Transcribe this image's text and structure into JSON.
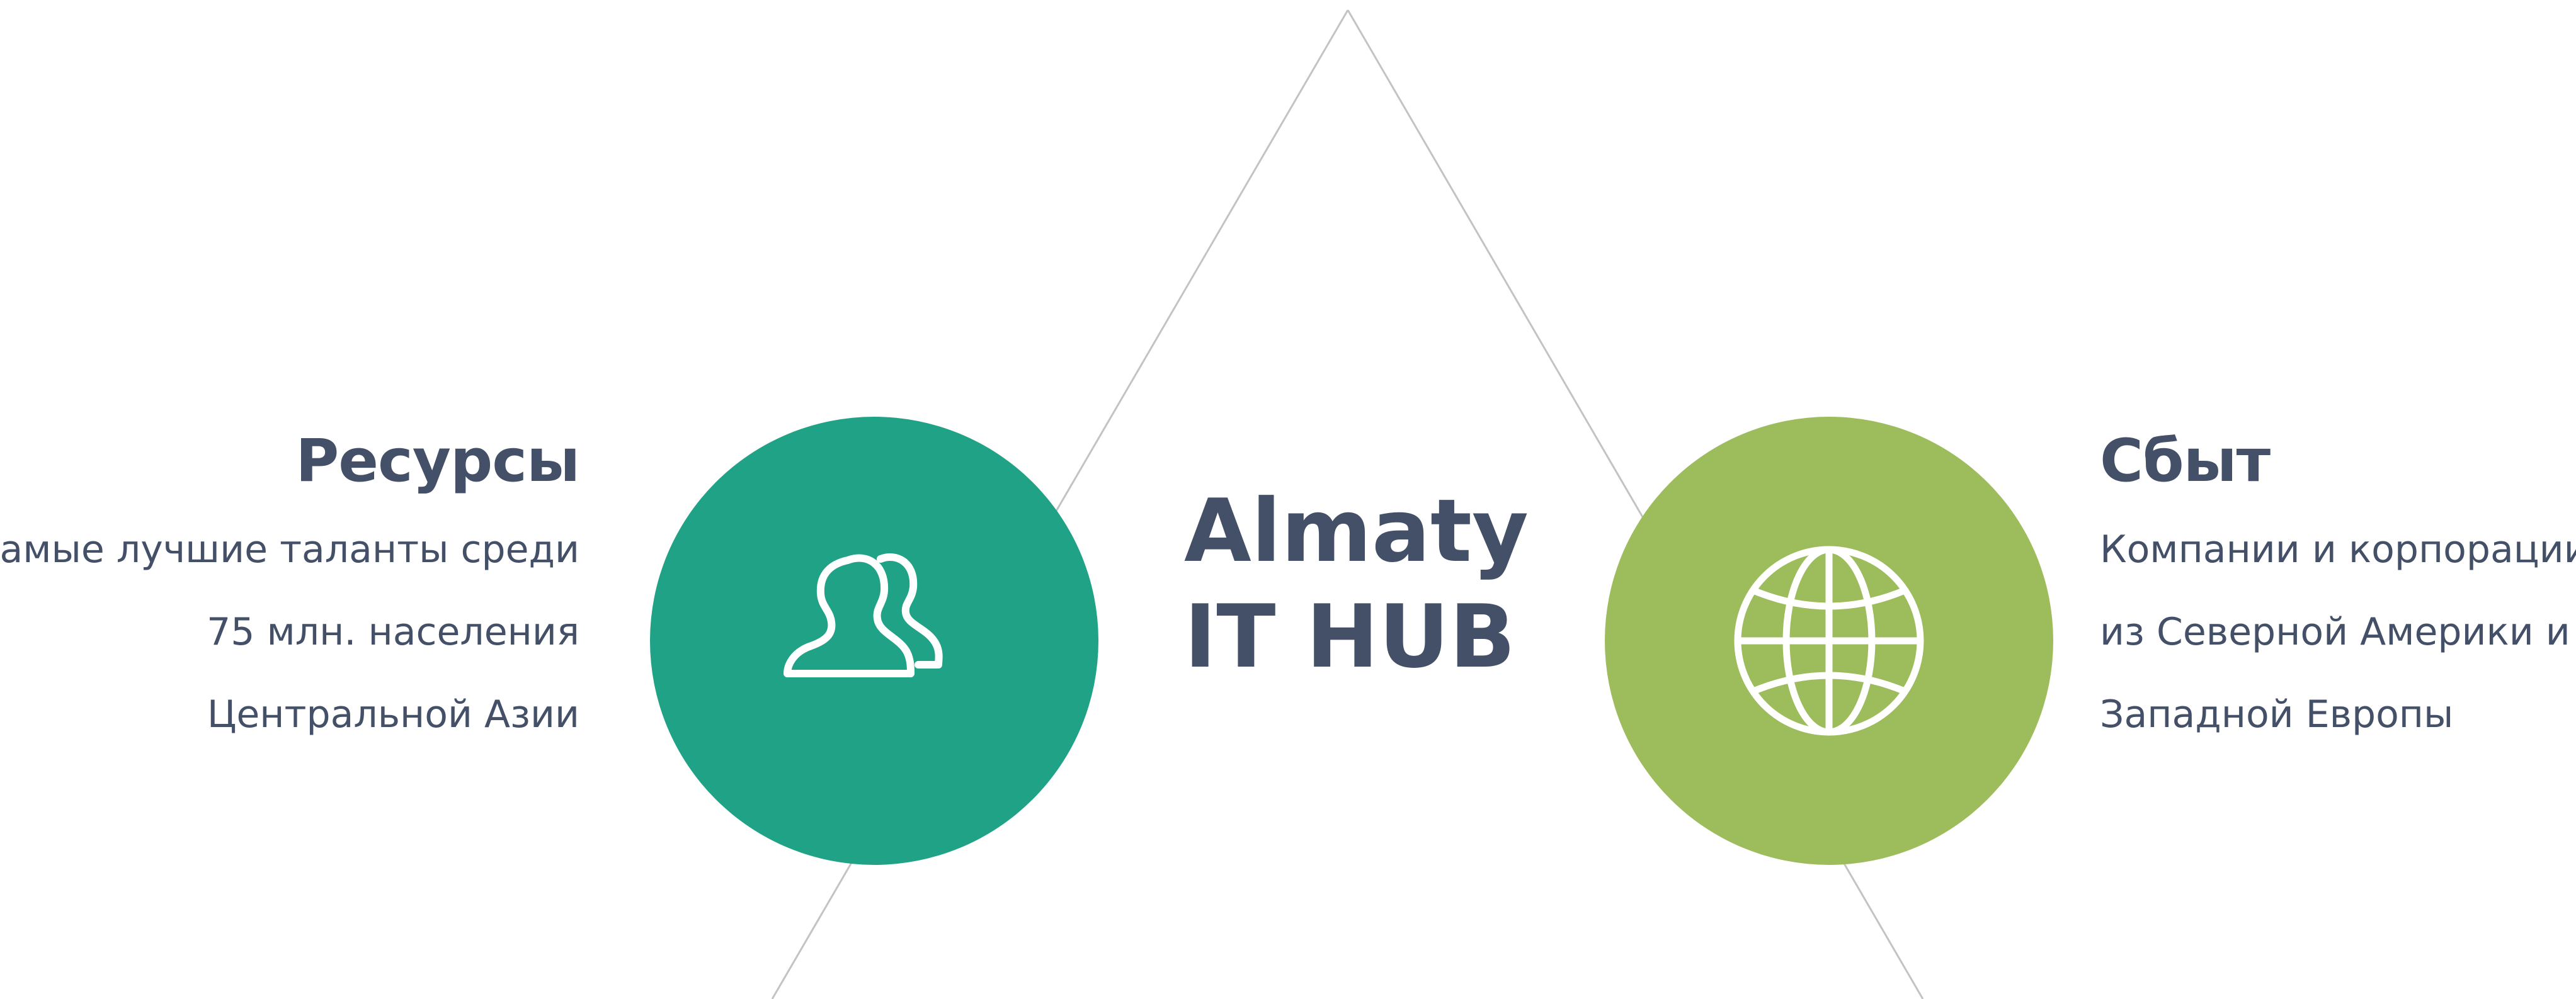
{
  "center": {
    "line1": "Almaty",
    "line2": "IT HUB"
  },
  "left": {
    "title": "Ресурсы",
    "lines": [
      "Самые лучшие таланты среди",
      "75 млн. населения",
      "Центральной Азии"
    ],
    "icon": "users-icon"
  },
  "right": {
    "title": "Сбыт",
    "lines": [
      "Компании и корпорации",
      "из Северной Америки и",
      "Западной Европы"
    ],
    "icon": "globe-icon"
  },
  "colors": {
    "text": "#435068",
    "left_circle": "#1fa285",
    "right_circle": "#9dbc5c",
    "lines": "#c3c3c3"
  }
}
